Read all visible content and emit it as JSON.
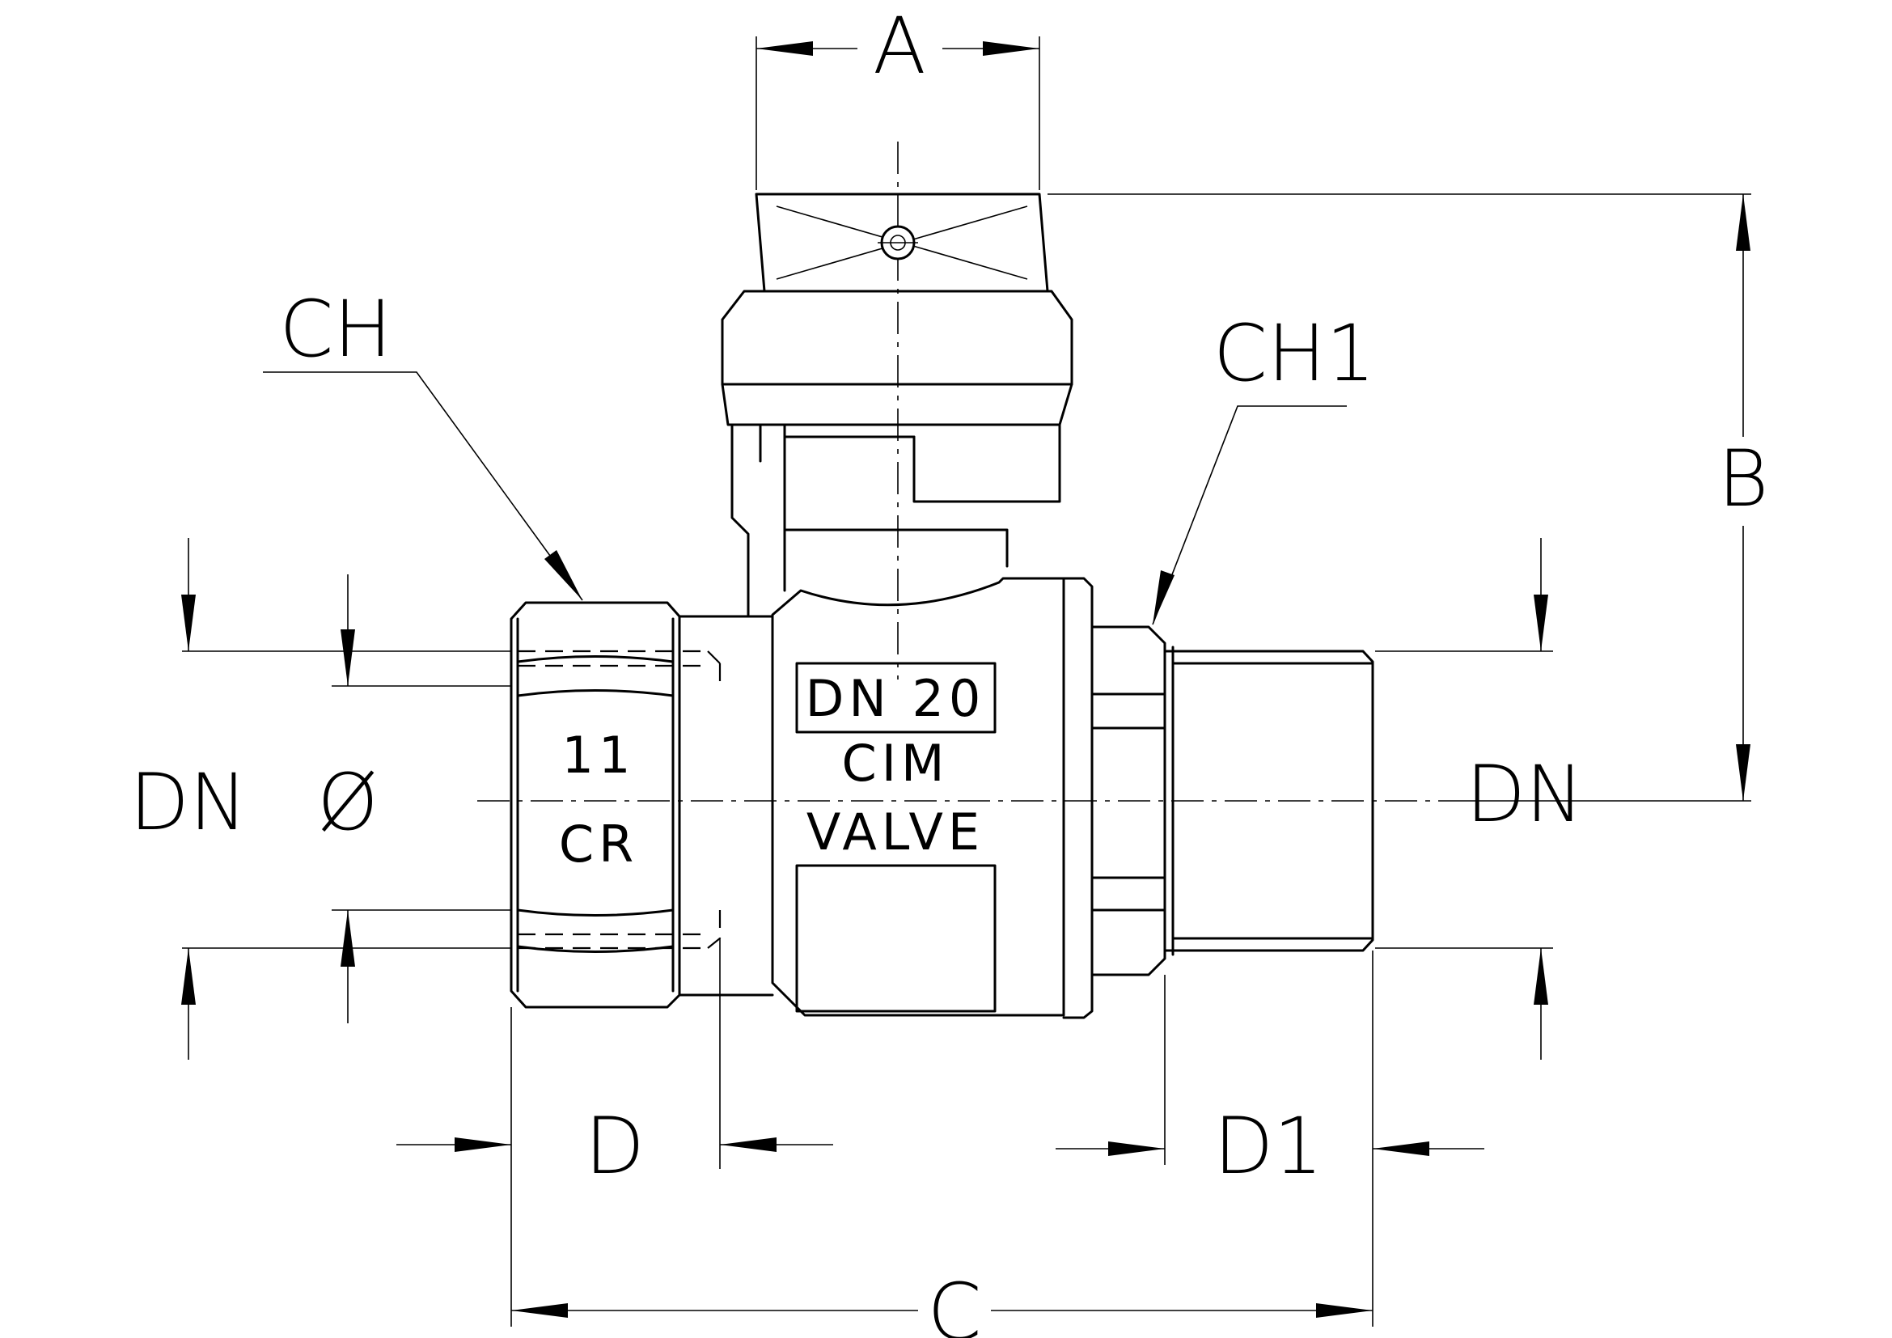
{
  "labels": {
    "A": "A",
    "B": "B",
    "C": "C",
    "D": "D",
    "D1": "D1",
    "CH": "CH",
    "CH1": "CH1",
    "DN_left": "DN",
    "DN_right": "DN",
    "diameter": "Ø"
  },
  "body_markings": {
    "size": "DN 20",
    "brand": "CIM",
    "type": "VALVE",
    "nut_number": "11",
    "logo": "CR"
  }
}
